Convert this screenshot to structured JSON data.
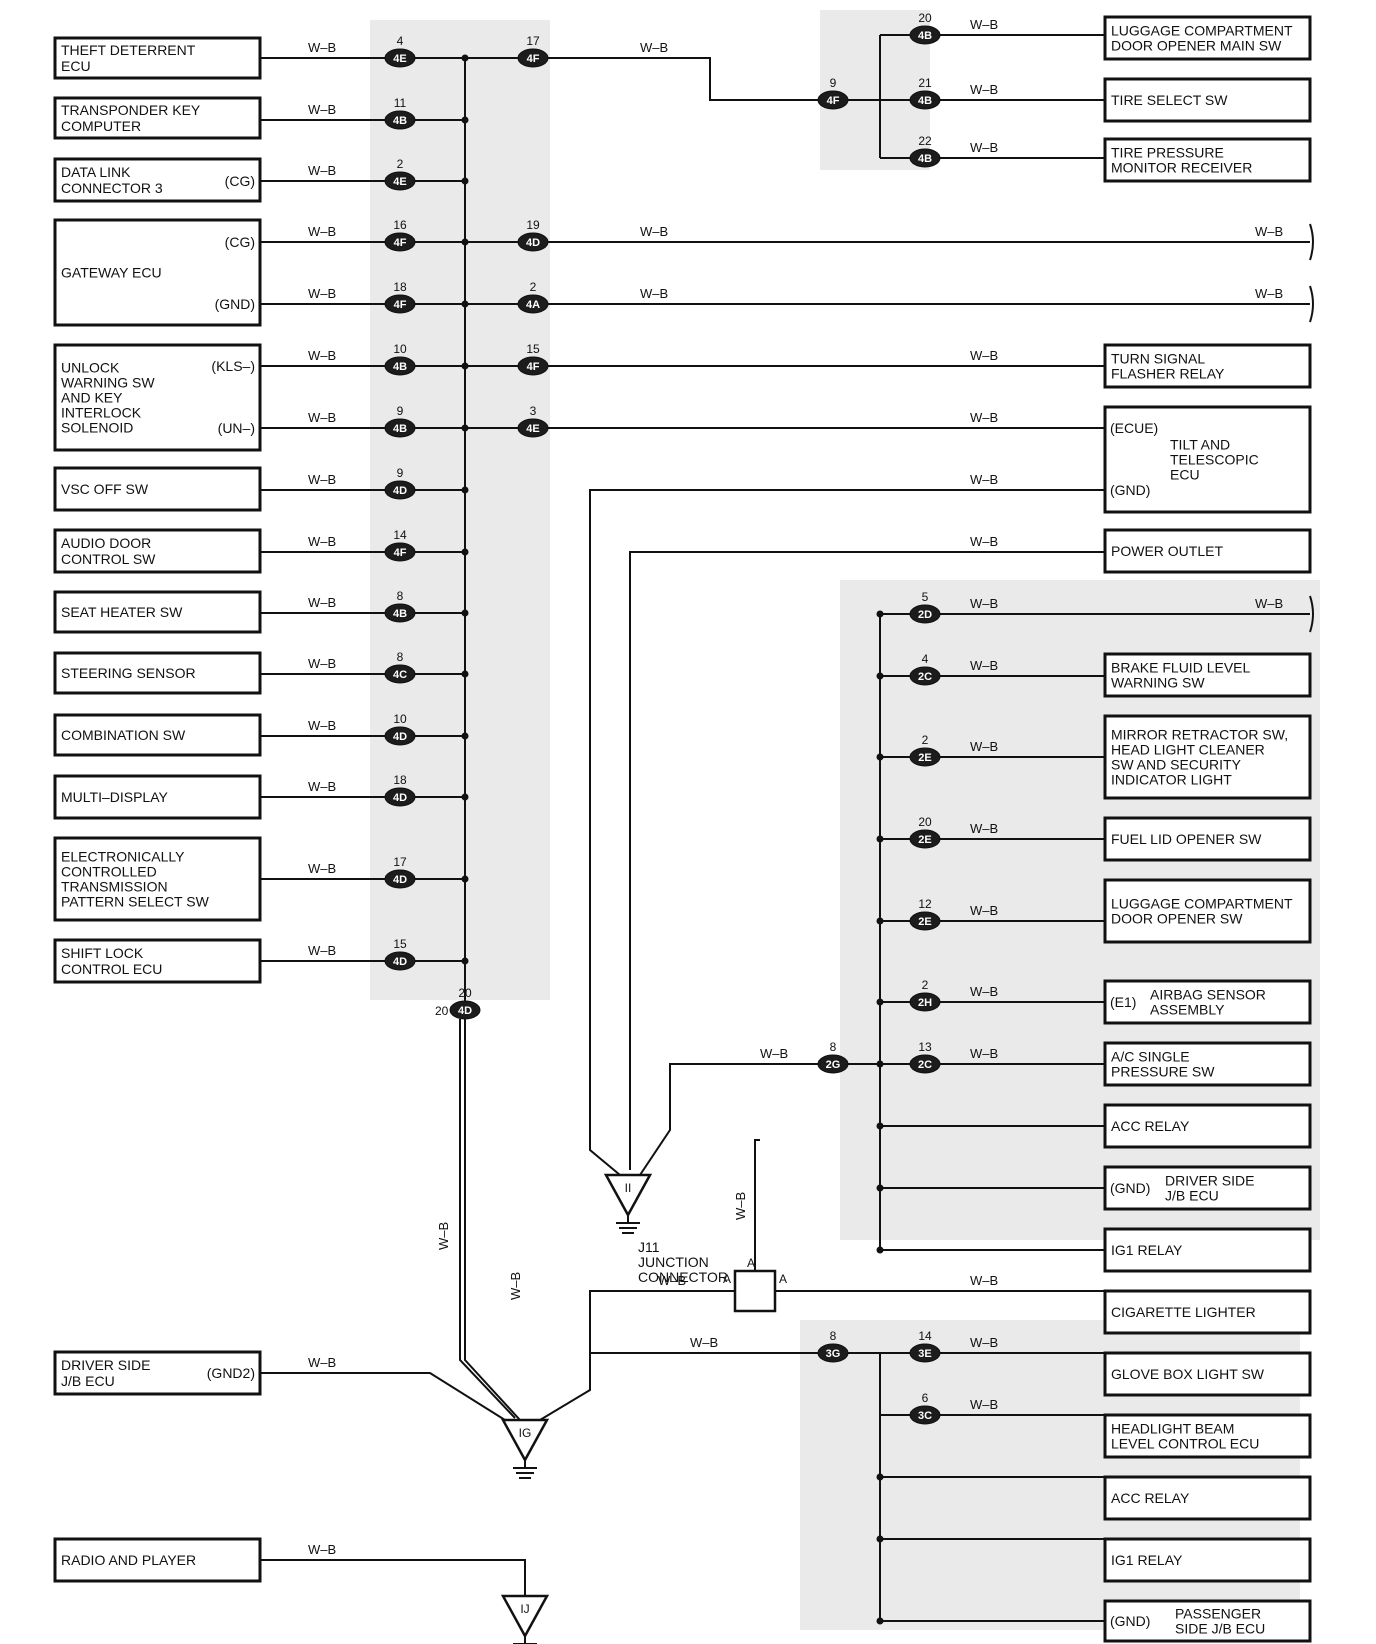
{
  "wire_color": "W–B",
  "left_components": [
    {
      "id": "theft",
      "lines": [
        "THEFT DETERRENT",
        "ECU"
      ]
    },
    {
      "id": "transponder",
      "lines": [
        "TRANSPONDER KEY",
        "COMPUTER"
      ]
    },
    {
      "id": "dlc3",
      "lines": [
        "DATA LINK",
        "CONNECTOR 3"
      ],
      "pin": "(CG)"
    },
    {
      "id": "gateway",
      "lines": [
        "GATEWAY ECU"
      ],
      "pins": [
        "(CG)",
        "(GND)"
      ]
    },
    {
      "id": "unlock",
      "lines": [
        "UNLOCK",
        "WARNING SW",
        "AND KEY",
        "INTERLOCK",
        "SOLENOID"
      ],
      "pins": [
        "(KLS–)",
        "(UN–)"
      ]
    },
    {
      "id": "vsc",
      "lines": [
        "VSC OFF SW"
      ]
    },
    {
      "id": "audio",
      "lines": [
        "AUDIO DOOR",
        "CONTROL SW"
      ]
    },
    {
      "id": "seat",
      "lines": [
        "SEAT HEATER SW"
      ]
    },
    {
      "id": "steer",
      "lines": [
        "STEERING SENSOR"
      ]
    },
    {
      "id": "combo",
      "lines": [
        "COMBINATION SW"
      ]
    },
    {
      "id": "multi",
      "lines": [
        "MULTI–DISPLAY"
      ]
    },
    {
      "id": "ect",
      "lines": [
        "ELECTRONICALLY",
        "CONTROLLED",
        "TRANSMISSION",
        "PATTERN SELECT SW"
      ]
    },
    {
      "id": "shift",
      "lines": [
        "SHIFT LOCK",
        "CONTROL ECU"
      ]
    },
    {
      "id": "driverjb",
      "lines": [
        "DRIVER SIDE",
        "J/B ECU"
      ],
      "pin": "(GND2)"
    },
    {
      "id": "radio",
      "lines": [
        "RADIO AND PLAYER"
      ]
    }
  ],
  "right_components": [
    {
      "id": "luggage_main",
      "lines": [
        "LUGGAGE COMPARTMENT",
        "DOOR OPENER MAIN SW"
      ]
    },
    {
      "id": "tire_sel",
      "lines": [
        "TIRE SELECT SW"
      ]
    },
    {
      "id": "tire_press",
      "lines": [
        "TIRE PRESSURE",
        "MONITOR RECEIVER"
      ]
    },
    {
      "id": "turn",
      "lines": [
        "TURN SIGNAL",
        "FLASHER RELAY"
      ]
    },
    {
      "id": "tilt",
      "lines": [
        "TILT AND",
        "TELESCOPIC",
        "ECU"
      ],
      "pins": [
        "(ECUE)",
        "(GND)"
      ]
    },
    {
      "id": "outlet",
      "lines": [
        "POWER OUTLET"
      ]
    },
    {
      "id": "brake",
      "lines": [
        "BRAKE FLUID LEVEL",
        "WARNING SW"
      ]
    },
    {
      "id": "mirror",
      "lines": [
        "MIRROR RETRACTOR SW,",
        "HEAD LIGHT CLEANER",
        "SW AND SECURITY",
        "INDICATOR LIGHT"
      ]
    },
    {
      "id": "fuel",
      "lines": [
        "FUEL LID OPENER SW"
      ]
    },
    {
      "id": "luggage",
      "lines": [
        "LUGGAGE COMPARTMENT",
        "DOOR OPENER SW"
      ]
    },
    {
      "id": "airbag",
      "lines": [
        "AIRBAG SENSOR",
        "ASSEMBLY"
      ],
      "pin": "(E1)"
    },
    {
      "id": "ac",
      "lines": [
        "A/C SINGLE",
        "PRESSURE SW"
      ]
    },
    {
      "id": "acc1",
      "lines": [
        "ACC RELAY"
      ]
    },
    {
      "id": "djb",
      "lines": [
        "DRIVER SIDE",
        "J/B ECU"
      ],
      "pin": "(GND)"
    },
    {
      "id": "ig1a",
      "lines": [
        "IG1 RELAY"
      ]
    },
    {
      "id": "cig",
      "lines": [
        "CIGARETTE LIGHTER"
      ]
    },
    {
      "id": "glove",
      "lines": [
        "GLOVE BOX LIGHT SW"
      ]
    },
    {
      "id": "headlamp",
      "lines": [
        "HEADLIGHT BEAM",
        "LEVEL CONTROL ECU"
      ]
    },
    {
      "id": "acc2",
      "lines": [
        "ACC RELAY"
      ]
    },
    {
      "id": "ig1b",
      "lines": [
        "IG1 RELAY"
      ]
    },
    {
      "id": "pjb",
      "lines": [
        "PASSENGER",
        "SIDE J/B ECU"
      ],
      "pin": "(GND)"
    }
  ],
  "connectors": [
    {
      "pin": "4",
      "code": "4E"
    },
    {
      "pin": "11",
      "code": "4B"
    },
    {
      "pin": "2",
      "code": "4E"
    },
    {
      "pin": "16",
      "code": "4F"
    },
    {
      "pin": "18",
      "code": "4F"
    },
    {
      "pin": "10",
      "code": "4B"
    },
    {
      "pin": "9",
      "code": "4B"
    },
    {
      "pin": "9",
      "code": "4D"
    },
    {
      "pin": "14",
      "code": "4F"
    },
    {
      "pin": "8",
      "code": "4B"
    },
    {
      "pin": "8",
      "code": "4C"
    },
    {
      "pin": "10",
      "code": "4D"
    },
    {
      "pin": "18",
      "code": "4D"
    },
    {
      "pin": "17",
      "code": "4D"
    },
    {
      "pin": "15",
      "code": "4D"
    },
    {
      "pin": "20",
      "code": "4D"
    },
    {
      "pin": "17",
      "code": "4F"
    },
    {
      "pin": "19",
      "code": "4D"
    },
    {
      "pin": "2",
      "code": "4A"
    },
    {
      "pin": "15",
      "code": "4F"
    },
    {
      "pin": "3",
      "code": "4E"
    },
    {
      "pin": "9",
      "code": "4F"
    },
    {
      "pin": "20",
      "code": "4B"
    },
    {
      "pin": "21",
      "code": "4B"
    },
    {
      "pin": "22",
      "code": "4B"
    },
    {
      "pin": "5",
      "code": "2D"
    },
    {
      "pin": "4",
      "code": "2C"
    },
    {
      "pin": "2",
      "code": "2E"
    },
    {
      "pin": "20",
      "code": "2E"
    },
    {
      "pin": "12",
      "code": "2E"
    },
    {
      "pin": "2",
      "code": "2H"
    },
    {
      "pin": "13",
      "code": "2C"
    },
    {
      "pin": "8",
      "code": "2G"
    },
    {
      "pin": "8",
      "code": "3G"
    },
    {
      "pin": "14",
      "code": "3E"
    },
    {
      "pin": "6",
      "code": "3C"
    }
  ],
  "grounds": [
    {
      "code": "II"
    },
    {
      "code": "IG"
    },
    {
      "code": "IJ"
    }
  ],
  "junction": {
    "label": [
      "J11",
      "JUNCTION",
      "CONNECTOR"
    ],
    "pin": "A"
  }
}
